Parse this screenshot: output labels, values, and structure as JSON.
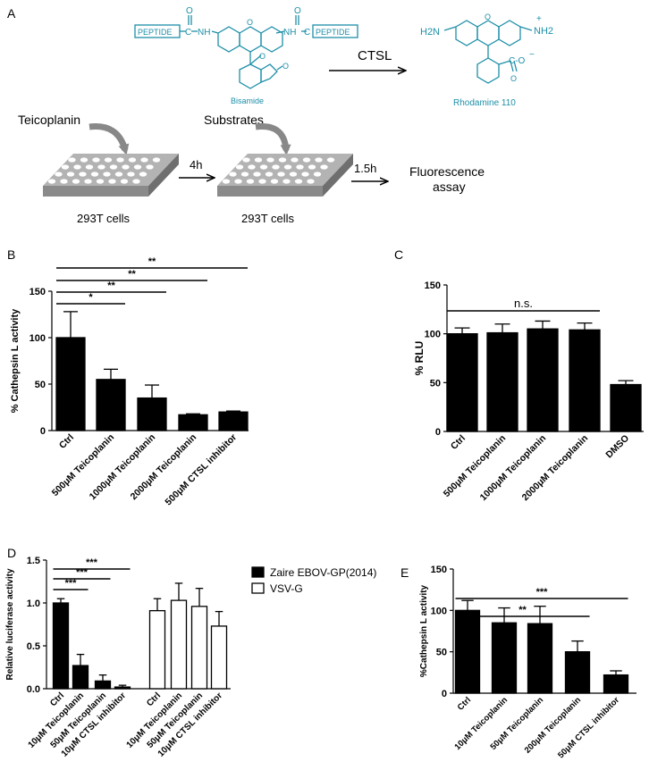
{
  "panel_a": {
    "letter": "A",
    "peptide_left": "PEPTIDE",
    "peptide_right": "PEPTIDE",
    "carbonyl_o": "O",
    "c_label": "C",
    "nh_left": "NH",
    "nh_right": "NH",
    "ring_o_top": "O",
    "ring_o_lactone": "O",
    "ring_o_keto": "O",
    "bisamide_label": "Bisamide",
    "enzyme_label": "CTSL",
    "rhodamine_nh2_left": "H2N",
    "rhodamine_nh2_right": "NH2",
    "rhodamine_plus": "+",
    "rhodamine_o_ring": "O",
    "rhodamine_coo": "C-O",
    "rhodamine_minus": "−",
    "rhodamine_o_keto": "O",
    "rhodamine_label": "Rhodamine 110",
    "teicoplanin_label": "Teicoplanin",
    "substrates_label": "Substrates",
    "time_1": "4h",
    "time_2": "1.5h",
    "assay_line1": "Fluorescence",
    "assay_line2": "assay",
    "cells_1": "293T cells",
    "cells_2": "293T cells"
  },
  "chart_data": [
    {
      "panel": "B",
      "type": "bar",
      "ylabel": "% Cathepsin L activity",
      "ylim": [
        0,
        150
      ],
      "yticks": [
        "0",
        "50",
        "100",
        "150"
      ],
      "categories": [
        "Ctrl",
        "500μM Teicoplanin",
        "1000μM Teicoplanin",
        "2000μM Teicoplanin",
        "500μM CTSL inhibitor"
      ],
      "values": [
        100,
        55,
        35,
        17,
        20
      ],
      "errors": [
        28,
        11,
        14,
        1,
        1
      ],
      "fill": "#000000",
      "significance": [
        {
          "from": 0,
          "to": 1,
          "label": "*"
        },
        {
          "from": 0,
          "to": 2,
          "label": "**"
        },
        {
          "from": 0,
          "to": 3,
          "label": "**"
        },
        {
          "from": 0,
          "to": 4,
          "label": "**"
        }
      ]
    },
    {
      "panel": "C",
      "type": "bar",
      "ylabel": "% RLU",
      "ylim": [
        0,
        150
      ],
      "yticks": [
        "0",
        "50",
        "100",
        "150"
      ],
      "categories": [
        "Ctrl",
        "500μM Teicoplanin",
        "1000μM Teicoplanin",
        "2000μM Teicoplanin",
        "DMSO"
      ],
      "values": [
        100,
        101,
        105,
        104,
        48
      ],
      "errors": [
        6,
        9,
        8,
        7,
        4
      ],
      "fill": "#000000",
      "significance": [
        {
          "from": 0,
          "to": 3,
          "label": "n.s."
        }
      ]
    },
    {
      "panel": "D",
      "type": "bar",
      "ylabel": "Relative luciferase activity",
      "ylim": [
        0,
        1.5
      ],
      "yticks": [
        "0.0",
        "0.5",
        "1.0",
        "1.5"
      ],
      "categories": [
        "Ctrl",
        "10μM Teicoplanin",
        "50μM Teicoplanin",
        "10μM CTSL inhibitor",
        "Ctrl",
        "10μM Teicoplanin",
        "50μM Teicoplanin",
        "10μM CTSL inhibitor"
      ],
      "series": [
        {
          "name": "Zaire EBOV-GP(2014)",
          "fill": "#000000",
          "values": [
            1.0,
            0.27,
            0.09,
            0.02
          ],
          "errors": [
            0.05,
            0.13,
            0.07,
            0.02
          ]
        },
        {
          "name": "VSV-G",
          "fill": "#ffffff",
          "values": [
            0.91,
            1.03,
            0.96,
            0.73
          ],
          "errors": [
            0.14,
            0.2,
            0.21,
            0.17
          ]
        }
      ],
      "legend_position": "right",
      "significance": [
        {
          "from": 0,
          "to": 1,
          "label": "***"
        },
        {
          "from": 0,
          "to": 2,
          "label": "***"
        },
        {
          "from": 0,
          "to": 3,
          "label": "***"
        }
      ]
    },
    {
      "panel": "E",
      "type": "bar",
      "ylabel": "%Cathepsin L activity",
      "ylim": [
        0,
        150
      ],
      "yticks": [
        "0",
        "50",
        "100",
        "150"
      ],
      "categories": [
        "Ctrl",
        "10μM Teicoplanin",
        "50μM Teicoplanin",
        "200μM Teicoplanin",
        "50μM CTSL inhibitor"
      ],
      "values": [
        100,
        85,
        84,
        50,
        22
      ],
      "errors": [
        12,
        18,
        21,
        13,
        5
      ],
      "fill": "#000000",
      "significance": [
        {
          "from": 0,
          "to": 3,
          "label": "**"
        },
        {
          "from": 0,
          "to": 4,
          "label": "***"
        }
      ]
    }
  ]
}
